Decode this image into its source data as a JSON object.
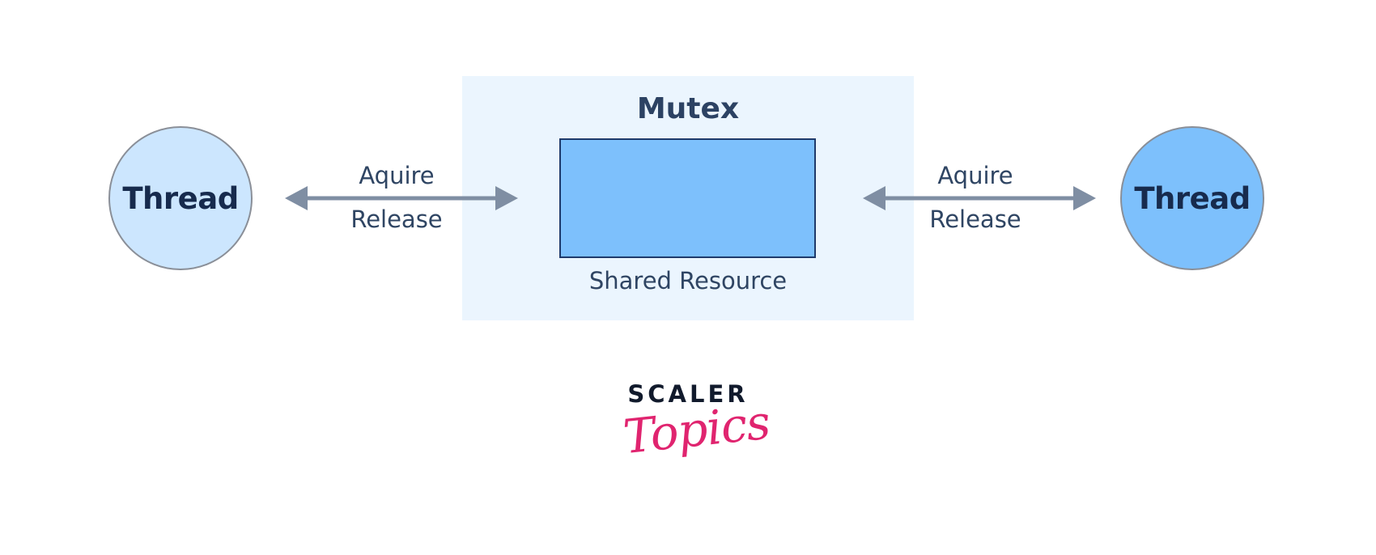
{
  "diagram": {
    "title": "Mutex",
    "resource_label": "Shared Resource",
    "left_thread": {
      "label": "Thread",
      "fill": "#cce6fe"
    },
    "right_thread": {
      "label": "Thread",
      "fill": "#7dc0fc"
    },
    "left_link": {
      "top_label": "Aquire",
      "bottom_label": "Release"
    },
    "right_link": {
      "top_label": "Aquire",
      "bottom_label": "Release"
    },
    "colors": {
      "panel": "#ebf5fe",
      "resource": "#7dc0fc",
      "resource_border": "#1e3a6b",
      "arrow": "#7f8ea3",
      "text": "#2f4563"
    }
  },
  "logo": {
    "brand": "SCALER",
    "sub": "Topics",
    "brand_color": "#111a2c",
    "sub_color": "#e0246f"
  }
}
